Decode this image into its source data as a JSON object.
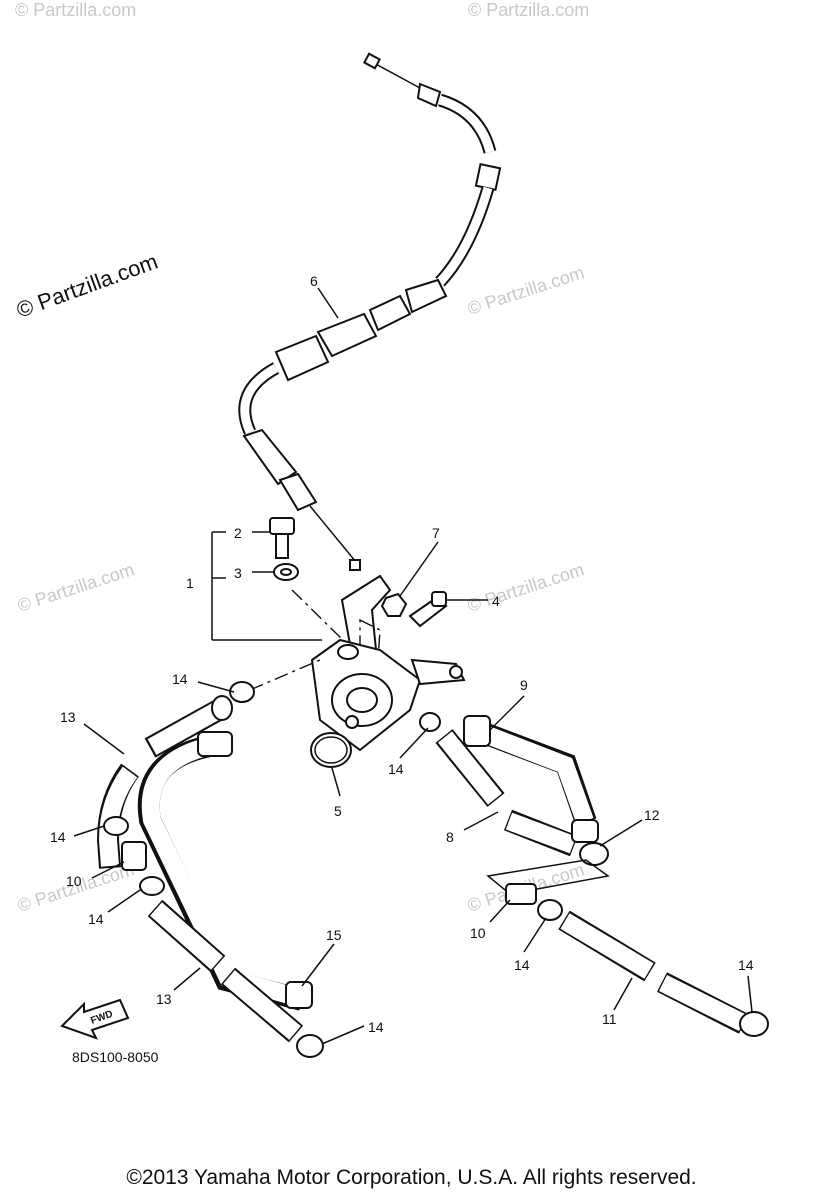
{
  "watermark_main": "© Partzilla.com",
  "watermark_faint": "© Partzilla.com",
  "diagram_code": "8DS100-8050",
  "fwd_label": "FWD",
  "copyright": "©2013  Yamaha Motor Corporation, U.S.A. All rights reserved.",
  "callouts": [
    "1",
    "2",
    "3",
    "4",
    "5",
    "6",
    "7",
    "8",
    "9",
    "10",
    "10",
    "11",
    "12",
    "13",
    "13",
    "14",
    "14",
    "14",
    "14",
    "14",
    "14",
    "14",
    "15"
  ]
}
